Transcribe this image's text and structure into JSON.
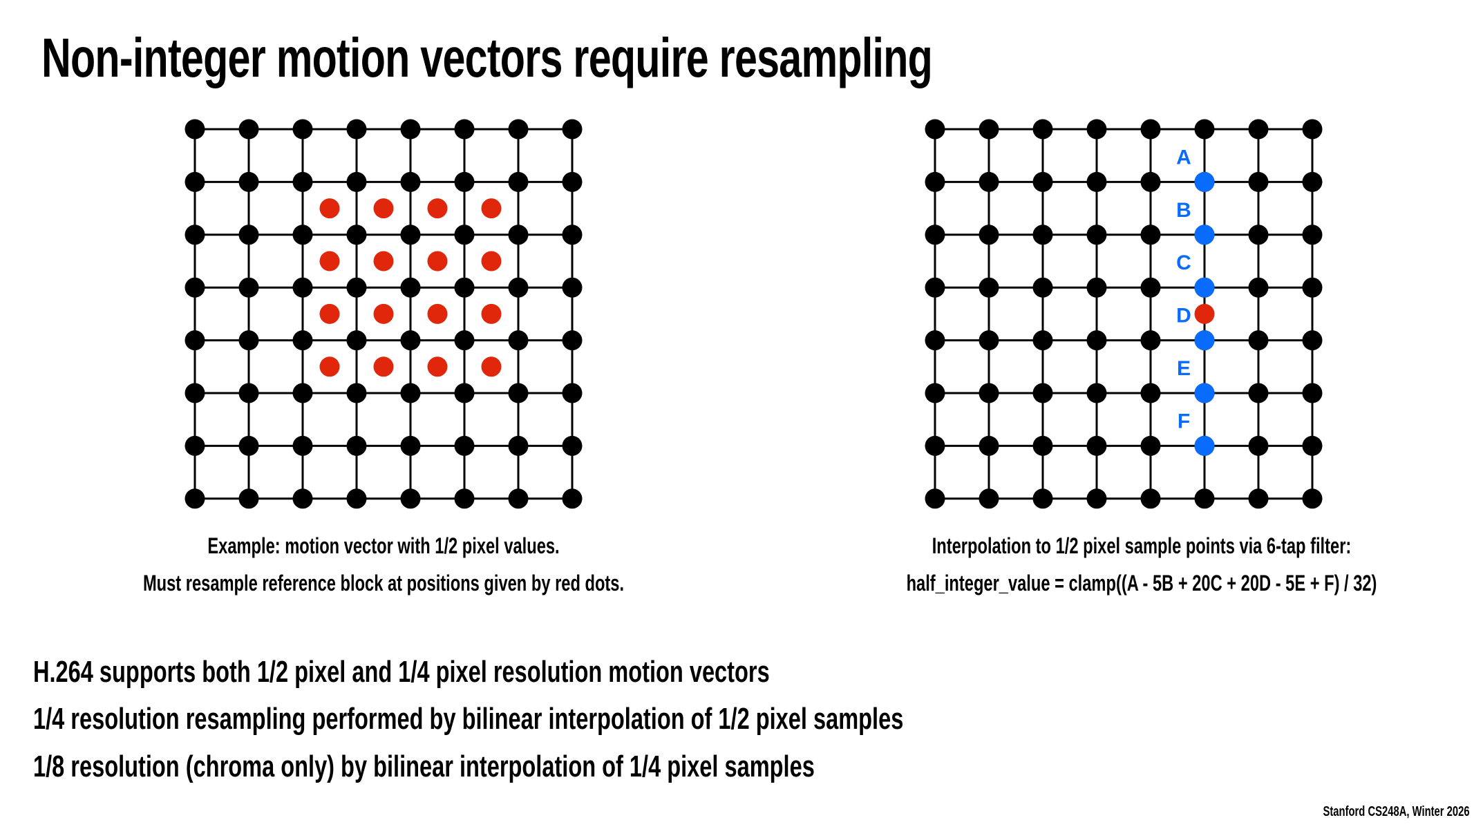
{
  "title": "Non-integer motion vectors require resampling",
  "colors": {
    "grid": "#000000",
    "sample": "#e0260b",
    "tap": "#0a6cff"
  },
  "left_diagram": {
    "grid_size": 8,
    "red_dots_grid_coords": [
      [
        2.5,
        1.5
      ],
      [
        3.5,
        1.5
      ],
      [
        4.5,
        1.5
      ],
      [
        5.5,
        1.5
      ],
      [
        2.5,
        2.5
      ],
      [
        3.5,
        2.5
      ],
      [
        4.5,
        2.5
      ],
      [
        5.5,
        2.5
      ],
      [
        2.5,
        3.5
      ],
      [
        3.5,
        3.5
      ],
      [
        4.5,
        3.5
      ],
      [
        5.5,
        3.5
      ],
      [
        2.5,
        4.5
      ],
      [
        3.5,
        4.5
      ],
      [
        4.5,
        4.5
      ],
      [
        5.5,
        4.5
      ]
    ],
    "caption_line1": "Example: motion vector with 1/2 pixel values.",
    "caption_line2": "Must resample reference block at positions given by red dots."
  },
  "right_diagram": {
    "grid_size": 8,
    "tap_column": 5,
    "taps": [
      {
        "label": "A",
        "row": 1
      },
      {
        "label": "B",
        "row": 2
      },
      {
        "label": "C",
        "row": 3
      },
      {
        "label": "D",
        "row": 4
      },
      {
        "label": "E",
        "row": 5
      },
      {
        "label": "F",
        "row": 6
      }
    ],
    "sample_row": 3.5,
    "caption_line1": "Interpolation to 1/2 pixel sample points via 6-tap filter:",
    "caption_line2": "half_integer_value = clamp((A - 5B + 20C + 20D - 5E + F) / 32)"
  },
  "bullets": [
    "H.264 supports both 1/2 pixel and 1/4 pixel resolution motion vectors",
    "1/4 resolution resampling performed by bilinear interpolation of 1/2 pixel samples",
    "1/8 resolution (chroma only) by bilinear interpolation of 1/4 pixel samples"
  ],
  "footer": "Stanford CS248A, Winter 2026"
}
